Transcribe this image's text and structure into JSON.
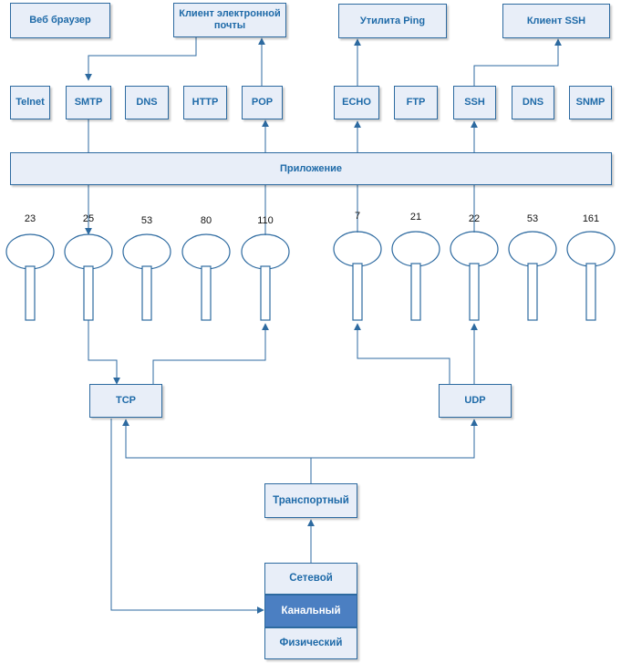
{
  "clients": {
    "web_browser": "Веб браузер",
    "mail_client": "Клиент электронной почты",
    "ping_utility": "Утилита Ping",
    "ssh_client": "Клиент SSH"
  },
  "protocols": {
    "telnet": "Telnet",
    "smtp": "SMTP",
    "dns_1": "DNS",
    "http": "HTTP",
    "pop": "POP",
    "echo": "ECHO",
    "ftp": "FTP",
    "ssh": "SSH",
    "dns_2": "DNS",
    "snmp": "SNMP"
  },
  "application_layer": "Приложение",
  "ports": [
    "23",
    "25",
    "53",
    "80",
    "110",
    "7",
    "21",
    "22",
    "53",
    "161"
  ],
  "transport": {
    "tcp": "TCP",
    "udp": "UDP"
  },
  "stack": {
    "transport": "Транспортный",
    "network": "Сетевой",
    "datalink": "Канальный",
    "physical": "Физический"
  },
  "colors": {
    "box_fill": "#e8eef8",
    "box_border": "#2d6aa0",
    "text": "#1e6aa8",
    "highlight_fill": "#4b7fc2",
    "line": "#2d6aa0"
  }
}
